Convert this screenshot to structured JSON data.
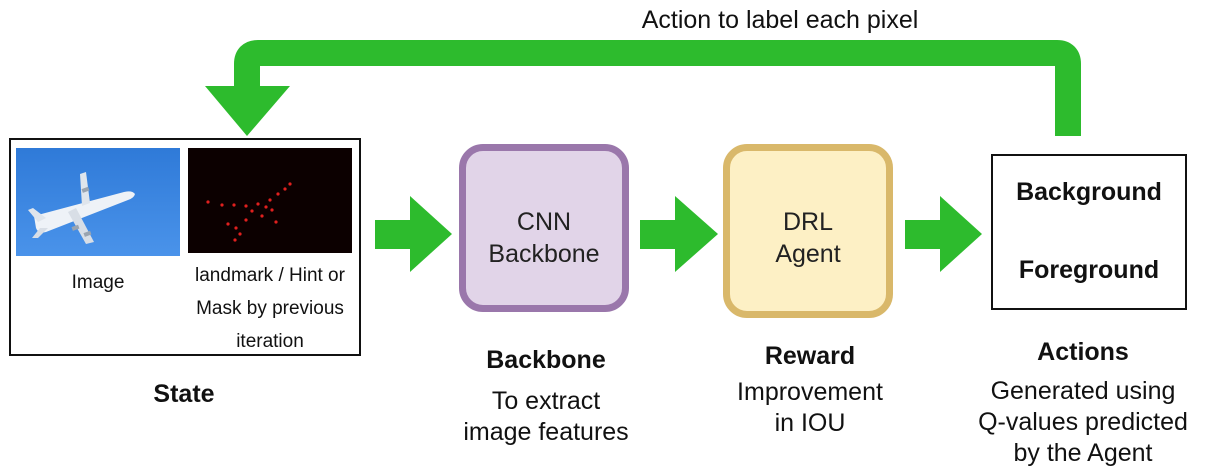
{
  "feedback_label": "Action to label each pixel",
  "state": {
    "image_label": "Image",
    "mask_label_lines": [
      "landmark / Hint or",
      "Mask by previous",
      "iteration"
    ],
    "caption": "State"
  },
  "backbone": {
    "box_lines": [
      "CNN",
      "Backbone"
    ],
    "caption_title": "Backbone",
    "caption_lines": [
      "To extract",
      "image features"
    ]
  },
  "agent": {
    "box_lines": [
      "DRL",
      "Agent"
    ],
    "caption_title": "Reward",
    "caption_lines": [
      "Improvement",
      "in IOU"
    ]
  },
  "actions": {
    "options": [
      "Background",
      "Foreground"
    ],
    "caption_title": "Actions",
    "caption_lines": [
      "Generated using",
      "Q-values predicted",
      "by the Agent"
    ]
  },
  "colors": {
    "arrow": "#2dbb2d",
    "backbone_fill": "#e1d4e8",
    "backbone_border": "#9a77ab",
    "agent_fill": "#fdf0c5",
    "agent_border": "#d9b86a",
    "sky": "#3a86e0",
    "mask_background": "#0c0000",
    "mask_dot": "#e0201e"
  },
  "icons": [
    "feedback-loop-arrow-icon",
    "flow-arrow-icon",
    "airplane-icon",
    "landmark-dots-icon"
  ]
}
